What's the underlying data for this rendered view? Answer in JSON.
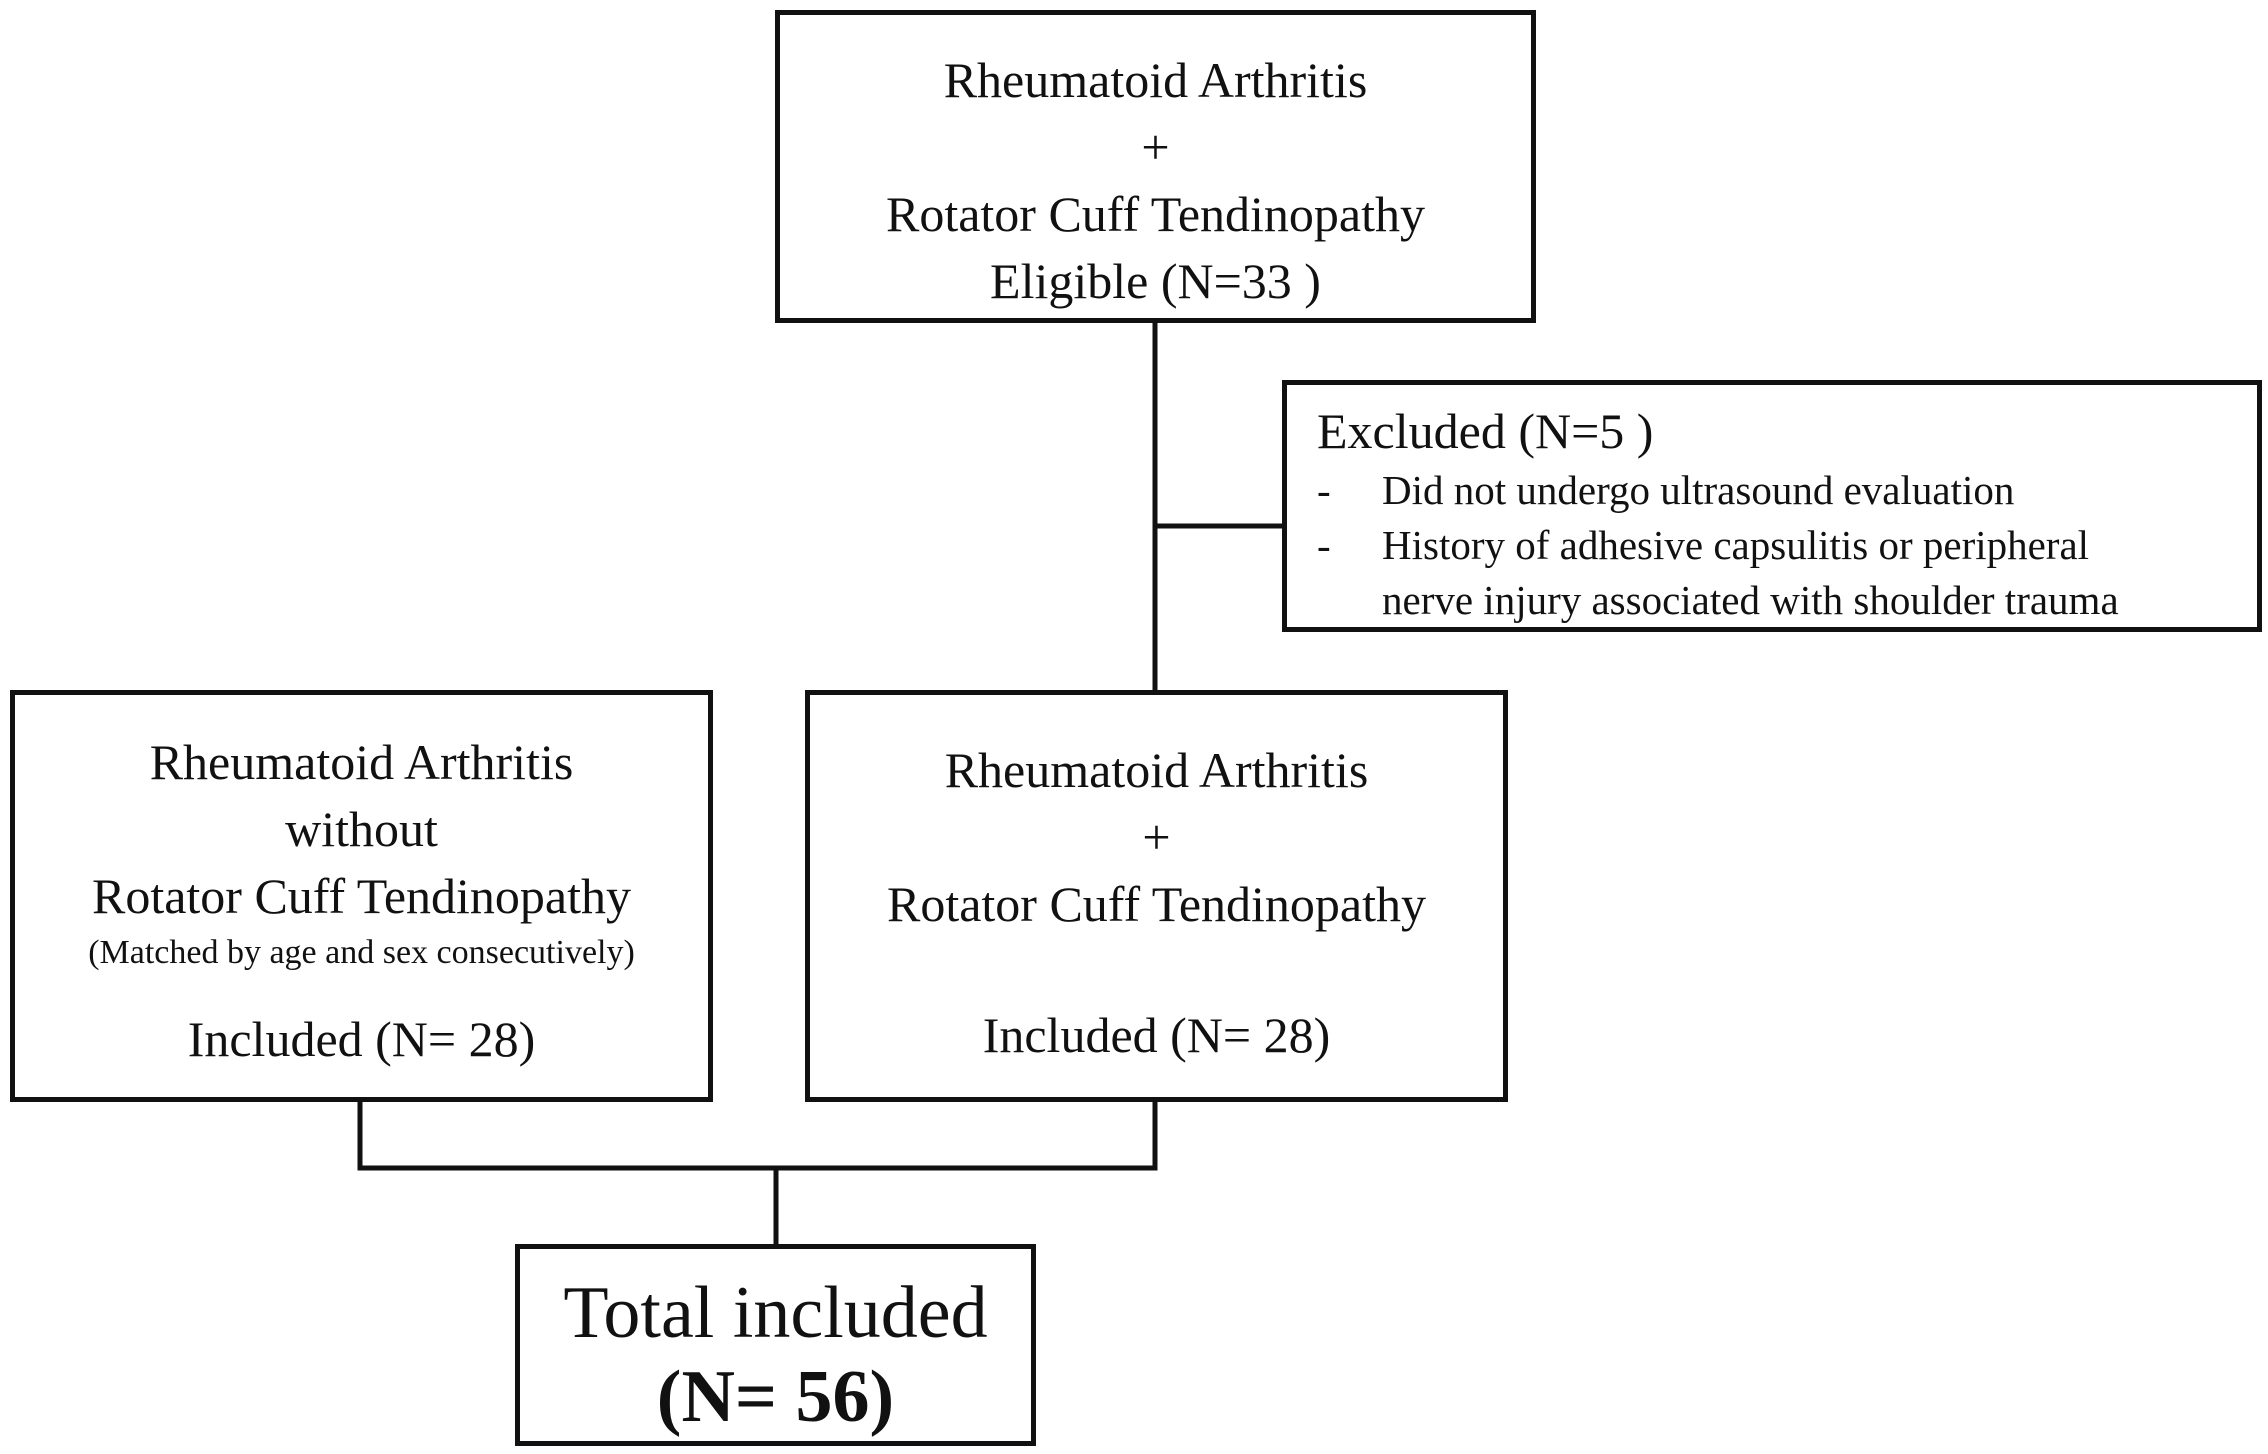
{
  "eligible_box": {
    "line1": "Rheumatoid Arthritis",
    "line2": "+",
    "line3": "Rotator Cuff Tendinopathy",
    "line4": "Eligible (N=33 )"
  },
  "excluded_box": {
    "title": "Excluded (N=5 )",
    "items": [
      {
        "dash": "-",
        "text": "Did not undergo ultrasound evaluation"
      },
      {
        "dash": "-",
        "text": "History of adhesive capsulitis or peripheral",
        "text2": "nerve injury associated with shoulder trauma"
      }
    ]
  },
  "control_box": {
    "line1": "Rheumatoid Arthritis",
    "line2": "without",
    "line3": "Rotator Cuff Tendinopathy",
    "note": "(Matched by age and sex consecutively)",
    "included": "Included (N= 28)"
  },
  "case_box": {
    "line1": "Rheumatoid Arthritis",
    "line2": "+",
    "line3": "Rotator Cuff Tendinopathy",
    "included": "Included (N= 28)"
  },
  "total_box": {
    "title": "Total included",
    "count": "(N= 56)"
  }
}
